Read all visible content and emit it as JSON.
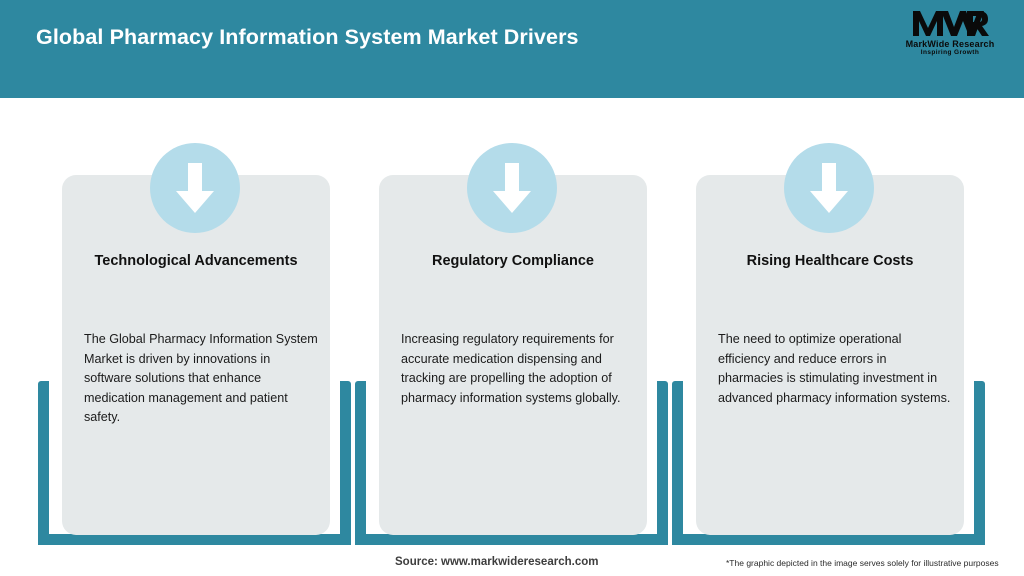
{
  "header": {
    "title": "Global Pharmacy Information System Market Drivers",
    "bg_color": "#2e88a0",
    "title_color": "#ffffff",
    "logo": {
      "mark": "MWR",
      "name": "MarkWide Research",
      "tagline": "Inspiring Growth"
    }
  },
  "theme": {
    "accent": "#2e88a0",
    "card_bg": "#e5e9ea",
    "icon_circle": "#b4dcea",
    "arrow": "#ffffff",
    "page_bg": "#ffffff"
  },
  "cards": [
    {
      "icon": "down-arrow-icon",
      "heading": "Technological Advancements",
      "body": "The Global Pharmacy Information System Market is driven by innovations in software solutions that enhance medication management and patient safety."
    },
    {
      "icon": "down-arrow-icon",
      "heading": "Regulatory Compliance",
      "body": "Increasing regulatory requirements for accurate medication dispensing and tracking are propelling the adoption of pharmacy information systems globally."
    },
    {
      "icon": "down-arrow-icon",
      "heading": "Rising Healthcare Costs",
      "body": "The need to optimize operational efficiency and reduce errors in pharmacies is stimulating investment in advanced pharmacy information systems."
    }
  ],
  "footer": {
    "source": "Source: www.markwideresearch.com",
    "disclaimer": "*The graphic depicted in the image serves solely for illustrative purposes"
  }
}
